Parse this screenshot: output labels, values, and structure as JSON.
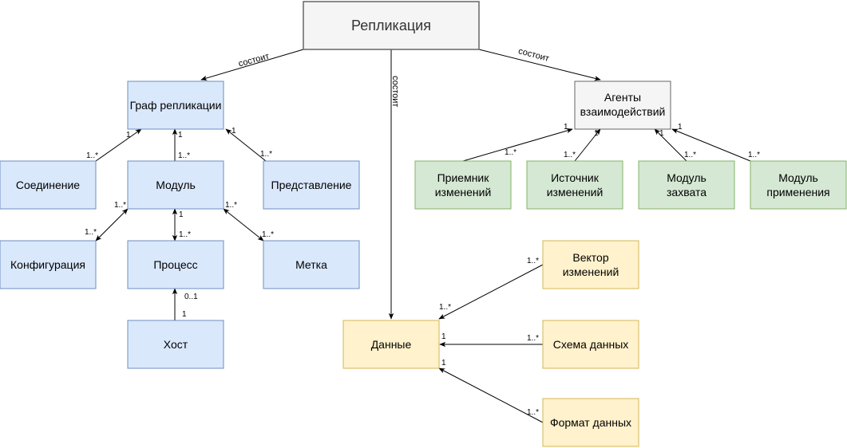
{
  "colors": {
    "blue_fill": "#dae8fc",
    "blue_stroke": "#6c8ebf",
    "green_fill": "#d5e8d4",
    "green_stroke": "#82b366",
    "yellow_fill": "#fff2cc",
    "yellow_stroke": "#d6b656",
    "gray_fill": "#f5f5f5",
    "gray_stroke": "#666666"
  },
  "nodes": {
    "replication": "Репликация",
    "graph": "Граф репликации",
    "connection": "Соединение",
    "module": "Модуль",
    "representation": "Представление",
    "configuration": "Конфигурация",
    "process": "Процесс",
    "mark": "Метка",
    "host": "Хост",
    "agents": [
      "Агенты",
      "взаимодействий"
    ],
    "receiver": [
      "Приемник",
      "изменений"
    ],
    "source": [
      "Источник",
      "изменений"
    ],
    "capture": [
      "Модуль",
      "захвата"
    ],
    "apply": [
      "Модуль",
      "применения"
    ],
    "data": "Данные",
    "change_vector": [
      "Вектор",
      "изменений"
    ],
    "schema": "Схема данных",
    "format": "Формат данных"
  },
  "edges": {
    "consists_left": "состоит",
    "consists_mid": "состоит",
    "consists_right": "состоит"
  },
  "multiplicities": {
    "conn_graph_one": "1",
    "conn_graph_many": "1..*",
    "module_graph_one": "1",
    "module_graph_many": "1..*",
    "repr_graph_one": "1",
    "repr_graph_many": "1..*",
    "module_config_one": "1..*",
    "config_module_many": "1..*",
    "module_process_one": "1",
    "process_module_many": "1..*",
    "module_mark_one": "1..*",
    "mark_module_many": "1..*",
    "process_host_zero": "0..1",
    "host_process_one": "1",
    "receiver_agents_many": "1..*",
    "receiver_agents_one": "1",
    "source_agents_many": "1..*",
    "source_agents_one": "1",
    "capture_agents_many": "1..*",
    "capture_agents_one": "1",
    "apply_agents_many": "1..*",
    "apply_agents_one": "1",
    "vector_data_many": "1..*",
    "data_vector_many": "1..*",
    "schema_data_many": "1..*",
    "data_schema_one": "1",
    "format_data_many": "1..*",
    "data_format_one": "1"
  }
}
